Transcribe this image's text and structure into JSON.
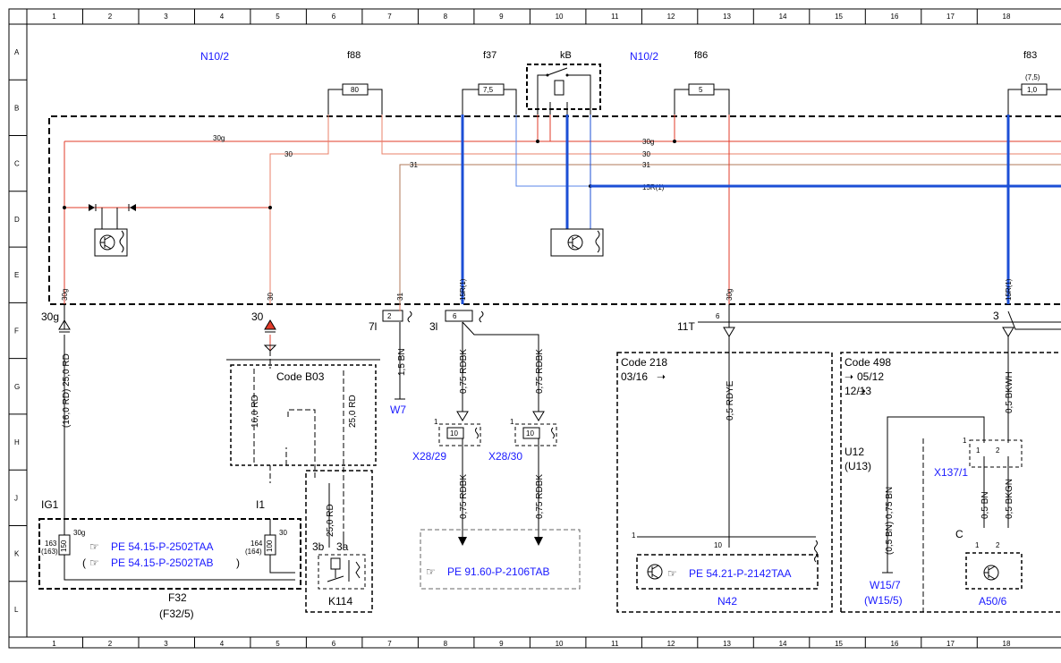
{
  "grid": {
    "columns": [
      "1",
      "2",
      "3",
      "4",
      "5",
      "6",
      "7",
      "8",
      "9",
      "10",
      "11",
      "12",
      "13",
      "14",
      "15",
      "16",
      "17",
      "18"
    ],
    "rows": [
      "A",
      "B",
      "C",
      "D",
      "E",
      "F",
      "G",
      "H",
      "J",
      "K",
      "L"
    ]
  },
  "labels": {
    "n10_2_left": "N10/2",
    "n10_2_right": "N10/2",
    "f88": "f88",
    "f37": "f37",
    "kB": "kB",
    "f86": "f86",
    "f83": "f83",
    "f83_alt": "(7,5)",
    "fuse_f88": "80",
    "fuse_f37": "7,5",
    "fuse_f86": "5",
    "fuse_f83": "1,0",
    "wire_30g": "30g",
    "wire_30": "30",
    "wire_31": "31",
    "wire_15r": "15R(1)",
    "pin_30g": "30g",
    "pin_30": "30",
    "pin_31": "31",
    "pin_15r": "15R(1)",
    "pin_30g_b": "30g",
    "pin_15r_b": "15R(1)",
    "conn_30g": "30g",
    "conn_30": "30",
    "conn_7l": "7l",
    "conn_7l_pin": "2",
    "conn_3l": "3l",
    "conn_3l_pin": "6",
    "conn_11t": "11T",
    "conn_11t_pin": "6",
    "conn_3": "3",
    "w_16rd_25rd": "(16,0 RD) 25,0 RD",
    "w_16rd": "16,0 RD",
    "w_25rd_a": "25,0 RD",
    "w_25rd_b": "25,0 RD",
    "w_15bn": "1,5 BN",
    "w_075rdbk_1": "0,75 RDBK",
    "w_075rdbk_2": "0,75 RDBK",
    "w_075rdbk_3": "0,75 RDBK",
    "w_075rdbk_4": "0,75 RDBK",
    "w_05rdye": "0,5 RDYE",
    "w_05bkwh": "0,5 BKWH",
    "w_05bn_a": "(0,5 BN) 0,75 BN",
    "w_05bn_b": "0,5 BN",
    "w_05bkgn": "0,5 BKGN",
    "code_b03": "Code B03",
    "code_218": "Code 218",
    "code_218_date": "03/16",
    "code_498": "Code 498",
    "code_498_date1": "05/12",
    "code_498_date2": "12/13",
    "w7": "W7",
    "x28_29": "X28/29",
    "x28_30": "X28/30",
    "x28_pin_1": "1",
    "x28_pin_10": "10",
    "x28b_pin_1": "1",
    "x28b_pin_10": "10",
    "ig1": "IG1",
    "i1": "I1",
    "fuse_150": "150",
    "fuse_163": "163",
    "fuse_163b": "(163)",
    "fuse_30g": "30g",
    "fuse_100": "100",
    "fuse_164": "164",
    "fuse_164b": "(164)",
    "fuse_30": "30",
    "ref_pe_2502taa": "PE 54.15-P-2502TAA",
    "ref_pe_2502tab": "PE 54.15-P-2502TAB",
    "ref_pe_2106tab": "PE 91.60-P-2106TAB",
    "ref_pe_2142taa": "PE 54.21-P-2142TAA",
    "paren_open": "(",
    "paren_close": ")",
    "f32": "F32",
    "f32b": "(F32/5)",
    "k114": "K114",
    "k114_3b": "3b",
    "k114_3a": "3a",
    "n42": "N42",
    "n42_pin1": "1",
    "n42_pin10": "10",
    "u12": "U12",
    "u13": "(U13)",
    "w15_7": "W15/7",
    "w15_5": "(W15/5)",
    "x137_1": "X137/1",
    "x137_pin1": "1",
    "x137_pin1b": "1",
    "x137_pin2": "2",
    "a50_6": "A50/6",
    "a50_c": "C",
    "a50_pin1": "1",
    "a50_pin2": "2"
  },
  "colors": {
    "red": "#e23b2a",
    "blue": "#1c4fd6",
    "lightblue": "#5a86e8",
    "brown": "#b07a5a",
    "salmon": "#e8806a",
    "black": "#000000",
    "label_blue": "#1a1aff"
  }
}
